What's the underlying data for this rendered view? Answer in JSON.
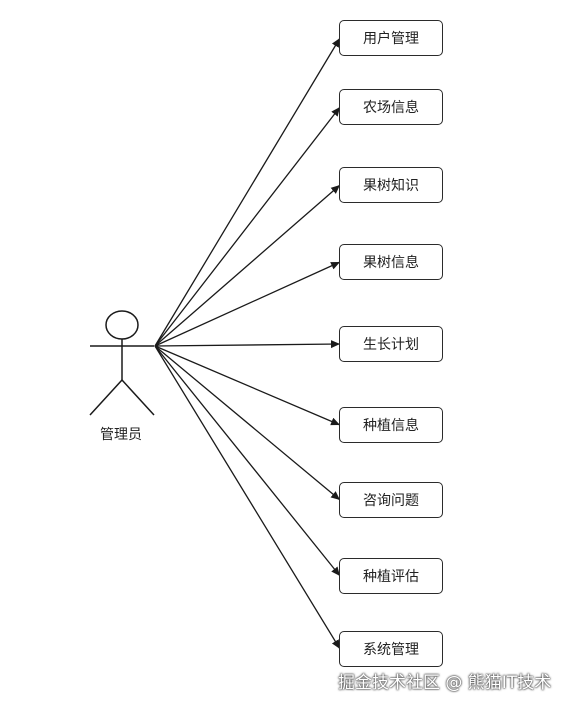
{
  "actor": {
    "label": "管理员"
  },
  "use_cases": [
    "用户管理",
    "农场信息",
    "果树知识",
    "果树信息",
    "生长计划",
    "种植信息",
    "咨询问题",
    "种植评估",
    "系统管理"
  ],
  "watermark": "掘金技术社区 @ 熊猫IT技术",
  "colors": {
    "line": "#1a1a1a",
    "box_border": "#2b2b2b"
  }
}
